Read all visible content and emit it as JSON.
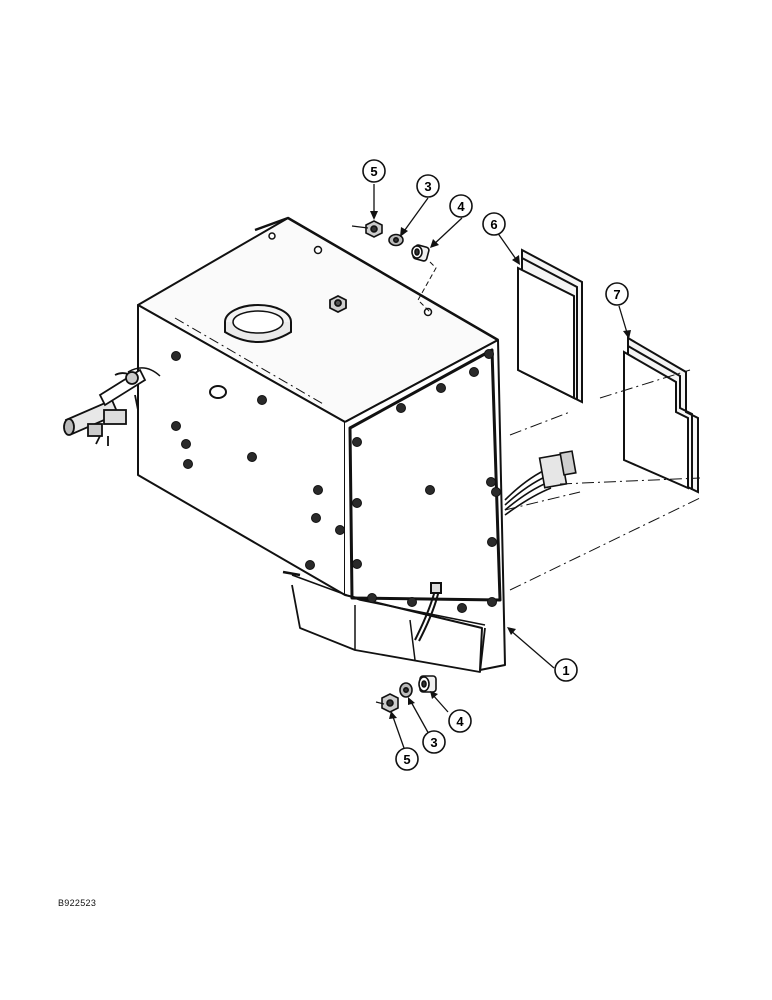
{
  "figure_code": "B922523",
  "callouts": {
    "c1": "1",
    "c3_top": "3",
    "c4_top": "4",
    "c5_top": "5",
    "c6": "6",
    "c7": "7",
    "c3_bottom": "3",
    "c4_bottom": "4",
    "c5_bottom": "5"
  }
}
